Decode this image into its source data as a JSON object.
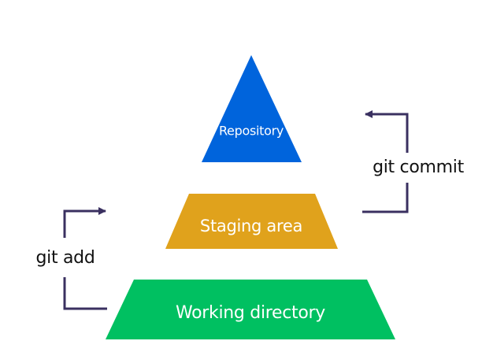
{
  "colors": {
    "repository": "#0064dc",
    "staging": "#e0a21c",
    "working": "#00c061",
    "arrow": "#3a3060",
    "command_text": "#111111"
  },
  "layers": {
    "repository": {
      "label": "Repository"
    },
    "staging": {
      "label": "Staging area"
    },
    "working": {
      "label": "Working directory"
    }
  },
  "commands": {
    "add": {
      "label": "git add"
    },
    "commit": {
      "label": "git commit"
    }
  }
}
